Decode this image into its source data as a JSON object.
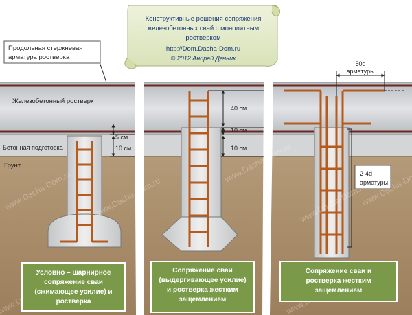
{
  "scroll": {
    "line1": "Конструктивные решения сопряжения",
    "line2": "железобетонных свай с монолитным",
    "line3": "ростверком",
    "url": "http://Dom.Dacha-Dom.ru",
    "copyright": "© 2012 Андрей Дачник"
  },
  "labels": {
    "longitudinal_1": "Продольная стержневая",
    "longitudinal_2": "арматура  ростверка",
    "grillage": "Железобетонный ростверк",
    "prep": "Бетонная подготовка",
    "soil": "Грунт",
    "d50_1": "50d",
    "d50_2": "арматуры",
    "d24_1": "2-4d",
    "d24_2": "арматуры"
  },
  "dims": {
    "a_5": "5 см",
    "a_10": "10 см",
    "b_40": "40 см",
    "b_10a": "10 см",
    "b_10b": "10 см"
  },
  "captions": {
    "c1_1": "Условно – шарнирное",
    "c1_2": "сопряжение сваи",
    "c1_3": "(сжимающее усилие) и",
    "c1_4": "ростверка",
    "c2_1": "Сопряжение сваи",
    "c2_2": "(выдергивающее усилие)",
    "c2_3": "и ростверка жестким",
    "c2_4": "защемлением",
    "c3_1": "Сопряжение сваи и",
    "c3_2": "ростверка жестким",
    "c3_3": "защемлением"
  },
  "watermark": "www.Dacha-Dom.ru",
  "colors": {
    "soil": "#a98f6e",
    "grillage": "#c9ccd0",
    "rebar": "#b65a1e",
    "caption_bg": "#7a9a4a",
    "scroll_bg": "#e6edd2"
  }
}
